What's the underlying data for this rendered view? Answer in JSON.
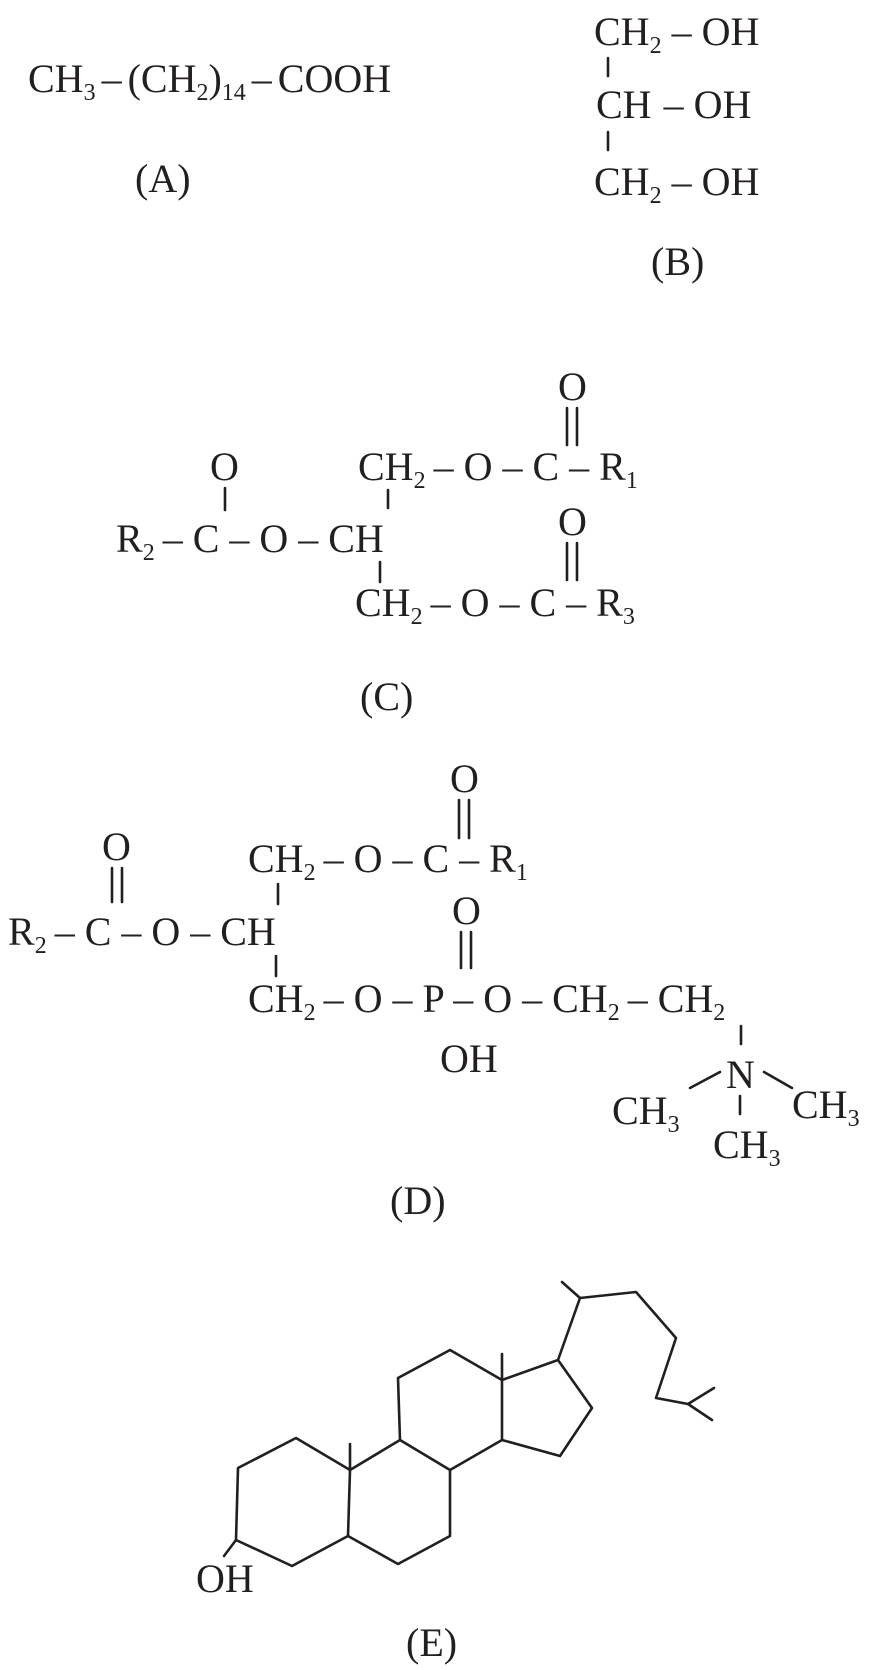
{
  "structures": {
    "A": {
      "caption": "(A)",
      "ch3": "CH",
      "ch3_sub": "3",
      "dash1": "–",
      "ch2": "(CH",
      "ch2_sub": "2",
      "paren": ")",
      "n": "14",
      "dash2": "–",
      "cooh": "COOH"
    },
    "B": {
      "caption": "(B)",
      "r1_ch": "CH",
      "r1_sub": "2",
      "r1_oh": "– OH",
      "r2_ch": "CH",
      "r2_oh": "– OH",
      "r3_ch": "CH",
      "r3_sub": "2",
      "r3_oh": "– OH"
    },
    "C": {
      "caption": "(C)",
      "o_top_right": "O",
      "o_top_left": "O",
      "o_mid_right": "O",
      "ch2_top": "CH",
      "ch2_top_sub": "2",
      "top_chain": "– O – C – R",
      "top_r_sub": "1",
      "r2": "R",
      "r2_sub": "2",
      "mid_chain": "– C – O – CH",
      "ch2_bot": "CH",
      "ch2_bot_sub": "2",
      "bot_chain": "– O – C – R",
      "bot_r_sub": "3"
    },
    "D": {
      "caption": "(D)",
      "o_top_right": "O",
      "o_left": "O",
      "o_phosphate": "O",
      "ch2_top": "CH",
      "ch2_top_sub": "2",
      "top_chain": "– O – C – R",
      "top_r_sub": "1",
      "r2": "R",
      "r2_sub": "2",
      "mid_chain": "– C – O – CH",
      "ch2_bot": "CH",
      "ch2_bot_sub": "2",
      "bot_chain": "– O – P – O – CH",
      "bot_sub": "2",
      "bot_chain2": "– CH",
      "bot_sub2": "2",
      "oh": "OH",
      "n": "N",
      "ch3_left": "CH",
      "ch3_left_sub": "3",
      "ch3_right": "CH",
      "ch3_right_sub": "3",
      "ch3_bottom": "CH",
      "ch3_bottom_sub": "3"
    },
    "E": {
      "caption": "(E)",
      "oh": "OH"
    }
  }
}
